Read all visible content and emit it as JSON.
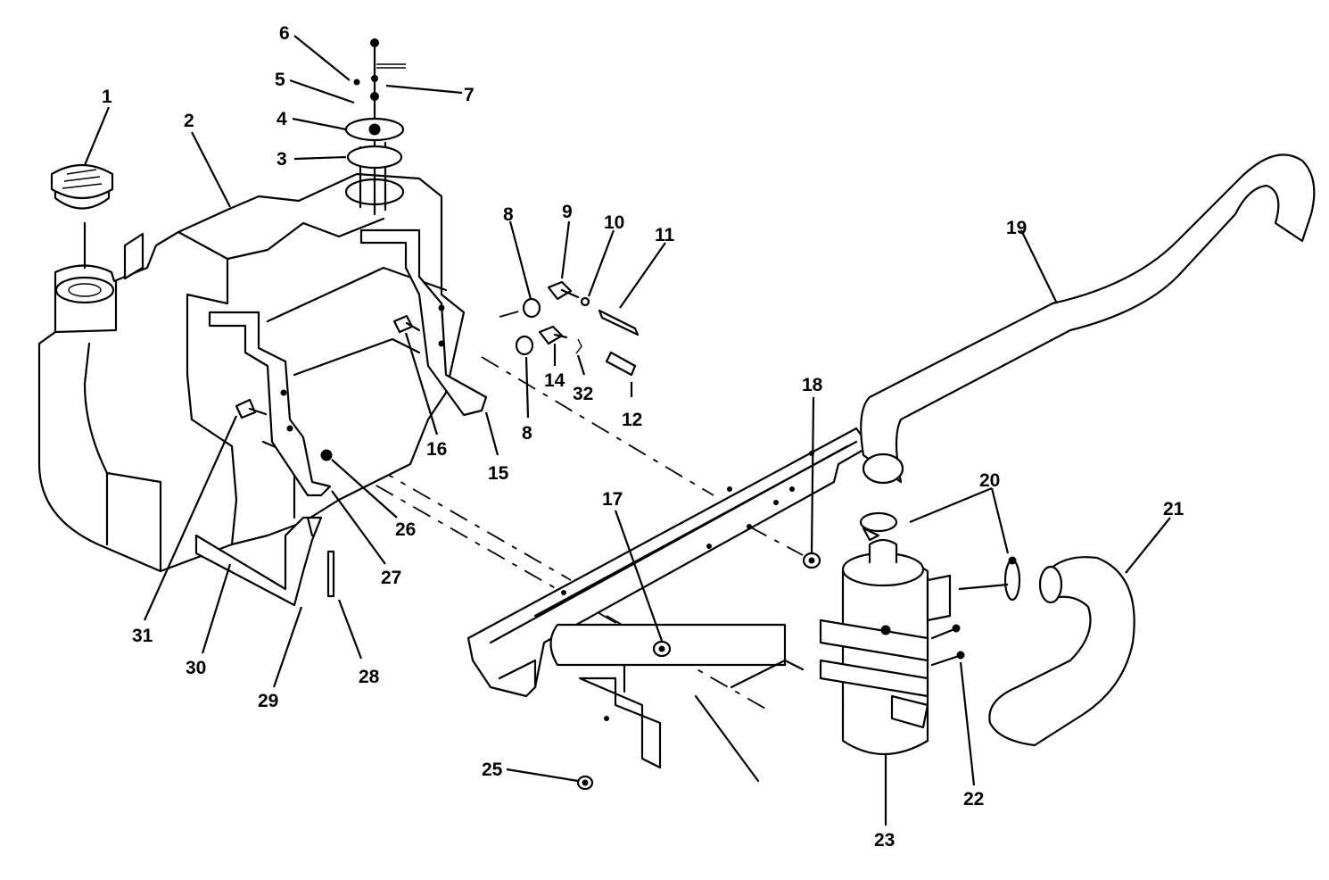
{
  "callouts": [
    {
      "id": "c1",
      "label": "1"
    },
    {
      "id": "c2",
      "label": "2"
    },
    {
      "id": "c3",
      "label": "3"
    },
    {
      "id": "c4",
      "label": "4"
    },
    {
      "id": "c5",
      "label": "5"
    },
    {
      "id": "c6",
      "label": "6"
    },
    {
      "id": "c7",
      "label": "7"
    },
    {
      "id": "c8a",
      "label": "8"
    },
    {
      "id": "c8b",
      "label": "8"
    },
    {
      "id": "c9",
      "label": "9"
    },
    {
      "id": "c10",
      "label": "10"
    },
    {
      "id": "c11",
      "label": "11"
    },
    {
      "id": "c12",
      "label": "12"
    },
    {
      "id": "c14",
      "label": "14"
    },
    {
      "id": "c15",
      "label": "15"
    },
    {
      "id": "c16",
      "label": "16"
    },
    {
      "id": "c17",
      "label": "17"
    },
    {
      "id": "c18",
      "label": "18"
    },
    {
      "id": "c19",
      "label": "19"
    },
    {
      "id": "c20",
      "label": "20"
    },
    {
      "id": "c21",
      "label": "21"
    },
    {
      "id": "c22",
      "label": "22"
    },
    {
      "id": "c23",
      "label": "23"
    },
    {
      "id": "c25",
      "label": "25"
    },
    {
      "id": "c26",
      "label": "26"
    },
    {
      "id": "c27",
      "label": "27"
    },
    {
      "id": "c28",
      "label": "28"
    },
    {
      "id": "c29",
      "label": "29"
    },
    {
      "id": "c30",
      "label": "30"
    },
    {
      "id": "c31",
      "label": "31"
    },
    {
      "id": "c32",
      "label": "32"
    }
  ]
}
